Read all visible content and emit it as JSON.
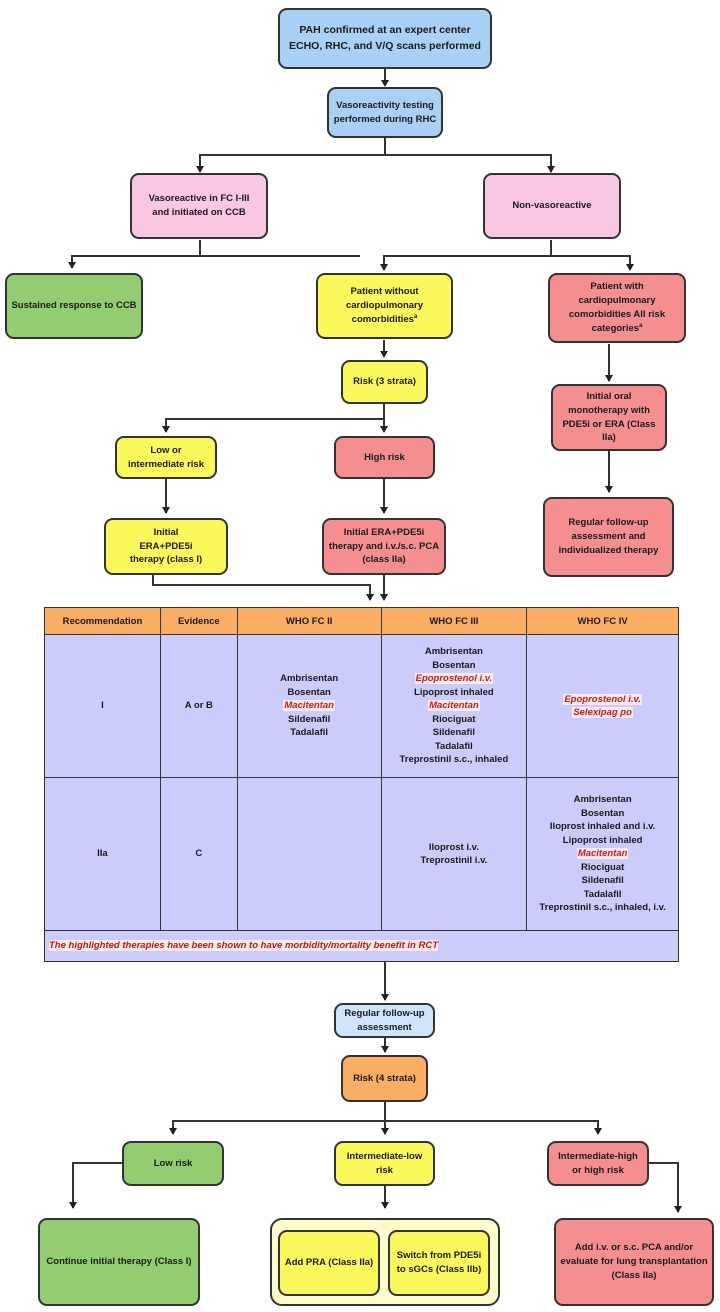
{
  "flowchart": {
    "start": "PAH confirmed at an expert center ECHO, RHC, and V/Q scans performed",
    "start_line1": "PAH confirmed at an expert center",
    "start_line2": "ECHO, RHC, and V/Q scans performed",
    "vasoreactivity_test": "Vasoreactivity testing performed during RHC",
    "vasoreactive": "Vasoreactive in FC I-III and initiated on CCB",
    "non_vasoreactive": "Non-vasoreactive",
    "sustained_response": "Sustained response to CCB",
    "without_comorbidities": "Patient without cardiopulmonary comorbidities",
    "with_comorbidities": "Patient with cardiopulmonary comorbidities All risk categories",
    "footnote_marker": "a",
    "risk_3": "Risk (3 strata)",
    "low_intermediate": "Low or intermediate risk",
    "high_risk": "High risk",
    "initial_era_pde5i": "Initial ERA+PDE5i therapy (class I)",
    "initial_era_pde5i_pca": "Initial ERA+PDE5i therapy and i.v./s.c. PCA (class IIa)",
    "initial_oral_mono": "Initial oral monotherapy with PDE5i or ERA (Class IIa)",
    "regular_followup_individualized": "Regular follow-up assessment and individualized therapy",
    "regular_followup": "Regular follow-up assessment",
    "risk_4": "Risk (4 strata)",
    "low_risk": "Low risk",
    "intermediate_low": "Intermediate-low risk",
    "intermediate_high": "Intermediate-high or high risk",
    "continue_initial": "Continue initial therapy (Class I)",
    "add_pra": "Add PRA (Class IIa)",
    "switch_sgc": "Switch from PDE5i to sGCs (Class IIb)",
    "add_pca": "Add i.v. or s.c. PCA and/or evaluate for lung transplantation (Class IIa)"
  },
  "table": {
    "headers": [
      "Recommendation",
      "Evidence",
      "WHO FC II",
      "WHO FC III",
      "WHO FC IV"
    ],
    "rows": [
      {
        "recommendation": "I",
        "evidence": "A or B",
        "fc2": [
          {
            "name": "Ambrisentan",
            "highlight": false
          },
          {
            "name": "Bosentan",
            "highlight": false
          },
          {
            "name": "Macitentan",
            "highlight": true
          },
          {
            "name": "Sildenafil",
            "highlight": false
          },
          {
            "name": "Tadalafil",
            "highlight": false
          }
        ],
        "fc3": [
          {
            "name": "Ambrisentan",
            "highlight": false
          },
          {
            "name": "Bosentan",
            "highlight": false
          },
          {
            "name": "Epoprostenol i.v.",
            "highlight": true
          },
          {
            "name": "Lipoprost inhaled",
            "highlight": false
          },
          {
            "name": "Macitentan",
            "highlight": true
          },
          {
            "name": "Riociguat",
            "highlight": false
          },
          {
            "name": "Sildenafil",
            "highlight": false
          },
          {
            "name": "Tadalafil",
            "highlight": false
          },
          {
            "name": "Treprostinil s.c., inhaled",
            "highlight": false
          }
        ],
        "fc4": [
          {
            "name": "Epoprostenol i.v.",
            "highlight": true
          },
          {
            "name": "Selexipag po",
            "highlight": true
          }
        ]
      },
      {
        "recommendation": "IIa",
        "evidence": "C",
        "fc2": [],
        "fc3": [
          {
            "name": "Iloprost i.v.",
            "highlight": false
          },
          {
            "name": "Treprostinil i.v.",
            "highlight": false
          }
        ],
        "fc4": [
          {
            "name": "Ambrisentan",
            "highlight": false
          },
          {
            "name": "Bosentan",
            "highlight": false
          },
          {
            "name": "Iloprost inhaled and i.v.",
            "highlight": false
          },
          {
            "name": "Lipoprost inhaled",
            "highlight": false
          },
          {
            "name": "Macitentan",
            "highlight": true
          },
          {
            "name": "Riociguat",
            "highlight": false
          },
          {
            "name": "Sildenafil",
            "highlight": false
          },
          {
            "name": "Tadalafil",
            "highlight": false
          },
          {
            "name": "Treprostinil s.c., inhaled, i.v.",
            "highlight": false
          }
        ]
      }
    ],
    "note": "The highlighted therapies have been shown to have morbidity/mortality benefit in RCT"
  },
  "colors": {
    "blue": "#a9d1f5",
    "light_blue": "#cfe5fb",
    "pink": "#f9c6e3",
    "green": "#93cd72",
    "yellow": "#fbf85c",
    "red": "#f58f8f",
    "orange": "#f9ae63",
    "table_cell": "#ccccfa",
    "highlight_text": "#c02020"
  }
}
